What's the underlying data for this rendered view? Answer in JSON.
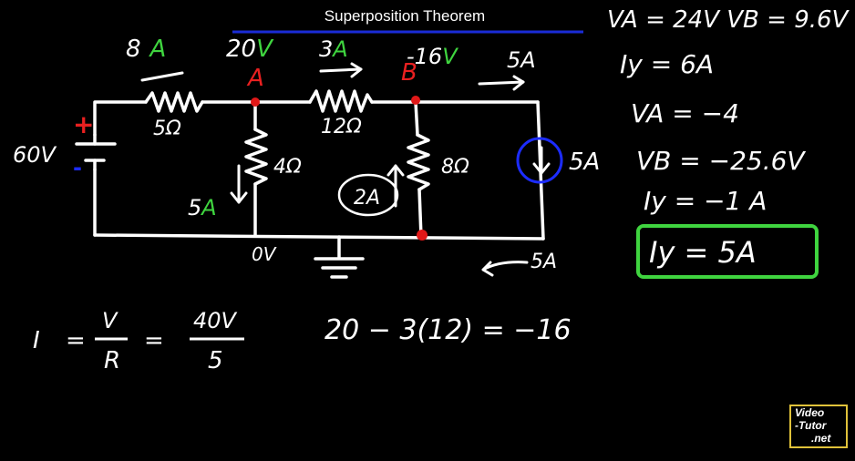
{
  "title": "Superposition Theorem",
  "colors": {
    "title_underline": "#1a2bd6",
    "node_dot": "#e01818",
    "green": "#3fd43f",
    "red": "#e82020",
    "blue": "#1c2cff",
    "badge_border": "#e0c23a"
  },
  "circuit": {
    "source": "60V",
    "plus": "+",
    "minus": "-",
    "r1": "5Ω",
    "r2": "4Ω",
    "r3": "12Ω",
    "r4": "8Ω",
    "i_r1_num": "8",
    "i_r1_unit": "A",
    "v_a_num": "20",
    "v_a_unit": "V",
    "node_a": "A",
    "i_r3_num": "3",
    "i_r3_unit": "A",
    "node_b": "B",
    "v_b_num": "-16",
    "v_b_unit": "V",
    "i_top_right": "5A",
    "i_source": "5A",
    "i_r2_num": "5",
    "i_r2_unit": "A",
    "i_r4": "2A",
    "ground_v": "0V",
    "i_bottom": "5A"
  },
  "equations": {
    "ohm_i": "I",
    "ohm_eq1": "=",
    "ohm_v": "V",
    "ohm_r": "R",
    "ohm_eq2": "=",
    "ohm_num": "40V",
    "ohm_den": "5",
    "node_calc": "20 − 3(12) = −16"
  },
  "results": [
    "VA = 24V   VB = 9.6V",
    "Iy = 6A",
    "VA = −4",
    "VB = −25.6V",
    "Iy = −1 A"
  ],
  "final_answer": "Iy = 5A",
  "badge": {
    "line1": "Video",
    "line2": "-Tutor",
    "line3": ".net"
  }
}
